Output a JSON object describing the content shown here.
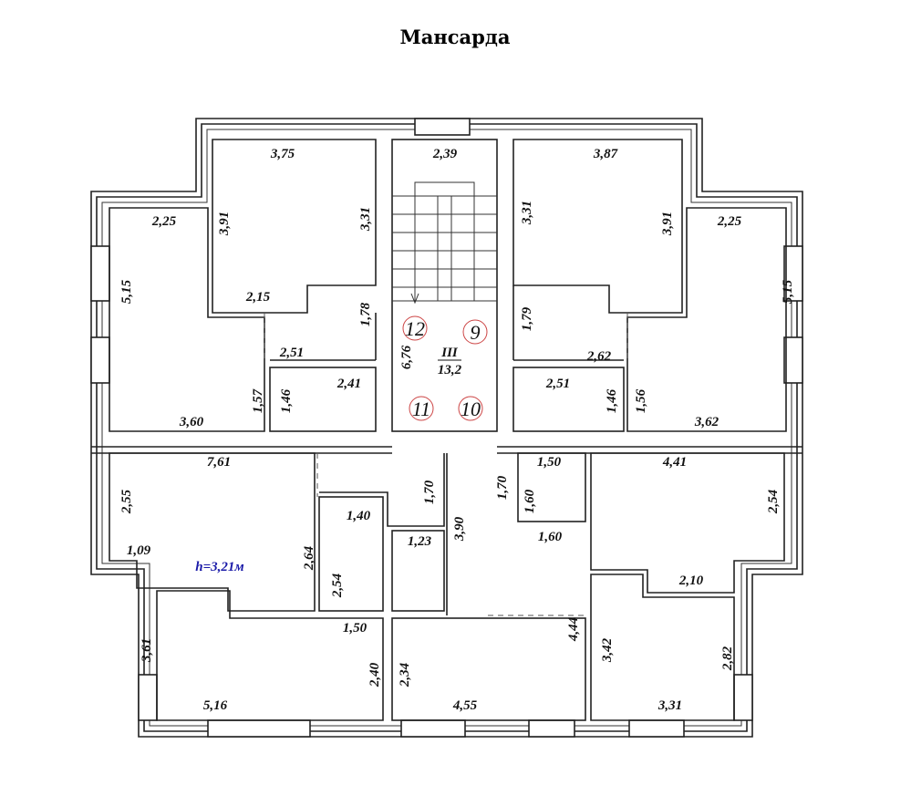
{
  "title": "Мансарда",
  "stair": {
    "number": "III",
    "area": "13,2"
  },
  "markers": [
    "12",
    "9",
    "11",
    "10"
  ],
  "ceiling_height": "h=3,21м",
  "dimensions": {
    "d0": "3,75",
    "d1": "2,39",
    "d2": "3,87",
    "d3": "2,25",
    "d4": "3,91",
    "d5": "3,31",
    "d6": "3,31",
    "d7": "3,91",
    "d8": "2,25",
    "d9": "5,15",
    "d10": "5,15",
    "d11": "2,15",
    "d12": "1,78",
    "d13": "1,79",
    "d14": "2,51",
    "d15": "6,76",
    "d16": "2,62",
    "d17": "2,41",
    "d18": "2,51",
    "d19": "1,57",
    "d20": "1,46",
    "d21": "1,46",
    "d22": "1,56",
    "d23": "3,60",
    "d24": "3,62",
    "d25": "7,61",
    "d26": "1,50",
    "d27": "4,41",
    "d28": "2,55",
    "d29": "1,70",
    "d30": "1,70",
    "d31": "1,60",
    "d32": "2,54",
    "d33": "1,40",
    "d34": "3,90",
    "d35": "1,23",
    "d36": "1,60",
    "d37": "1,09",
    "d38": "2,64",
    "d39": "2,54",
    "d40": "2,10",
    "d41": "1,50",
    "d42": "4,44",
    "d43": "3,61",
    "d44": "3,42",
    "d45": "2,40",
    "d46": "2,34",
    "d47": "2,82",
    "d48": "5,16",
    "d49": "4,55",
    "d50": "3,31"
  }
}
